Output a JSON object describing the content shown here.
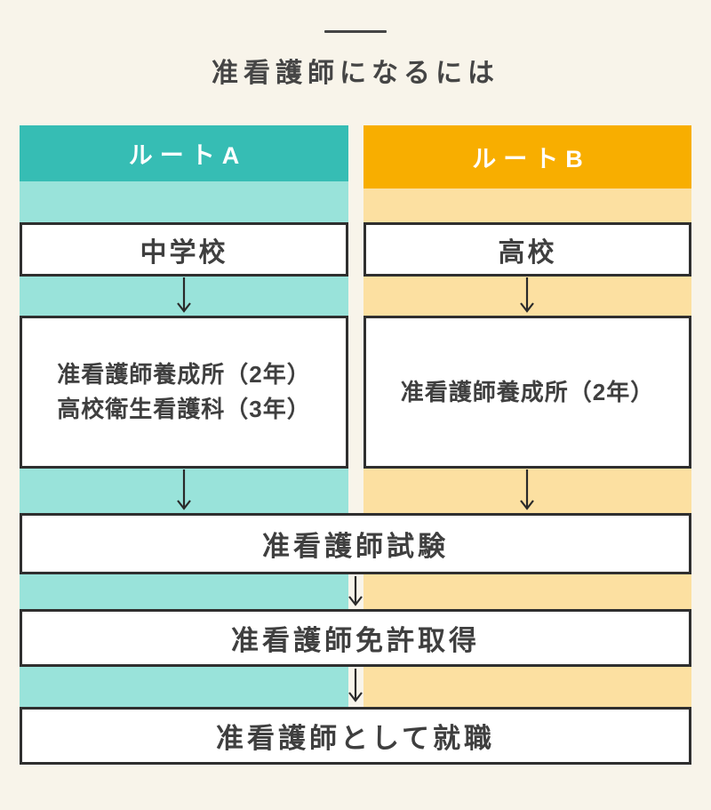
{
  "page": {
    "title": "准看護師になるには",
    "background_color": "#f8f4ea",
    "divider_color": "#454545",
    "box_border_color": "#2f2f2f",
    "box_text_color": "#3f3f3f",
    "arrow_color": "#2a2a2a"
  },
  "routes": [
    {
      "label": "ルートA",
      "header_color": "#36bdb4",
      "strip_color": "#99e3da",
      "steps": [
        {
          "lines": [
            "中学校"
          ]
        },
        {
          "lines": [
            "准看護師養成所（2年）",
            "高校衛生看護科（3年）"
          ]
        }
      ]
    },
    {
      "label": "ルートB",
      "header_color": "#f8ae00",
      "strip_color": "#fce0a1",
      "steps": [
        {
          "lines": [
            "高校"
          ]
        },
        {
          "lines": [
            "准看護師養成所（2年）"
          ]
        }
      ]
    }
  ],
  "shared_steps": [
    {
      "label": "准看護師試験"
    },
    {
      "label": "准看護師免許取得"
    },
    {
      "label": "准看護師として就職"
    }
  ]
}
